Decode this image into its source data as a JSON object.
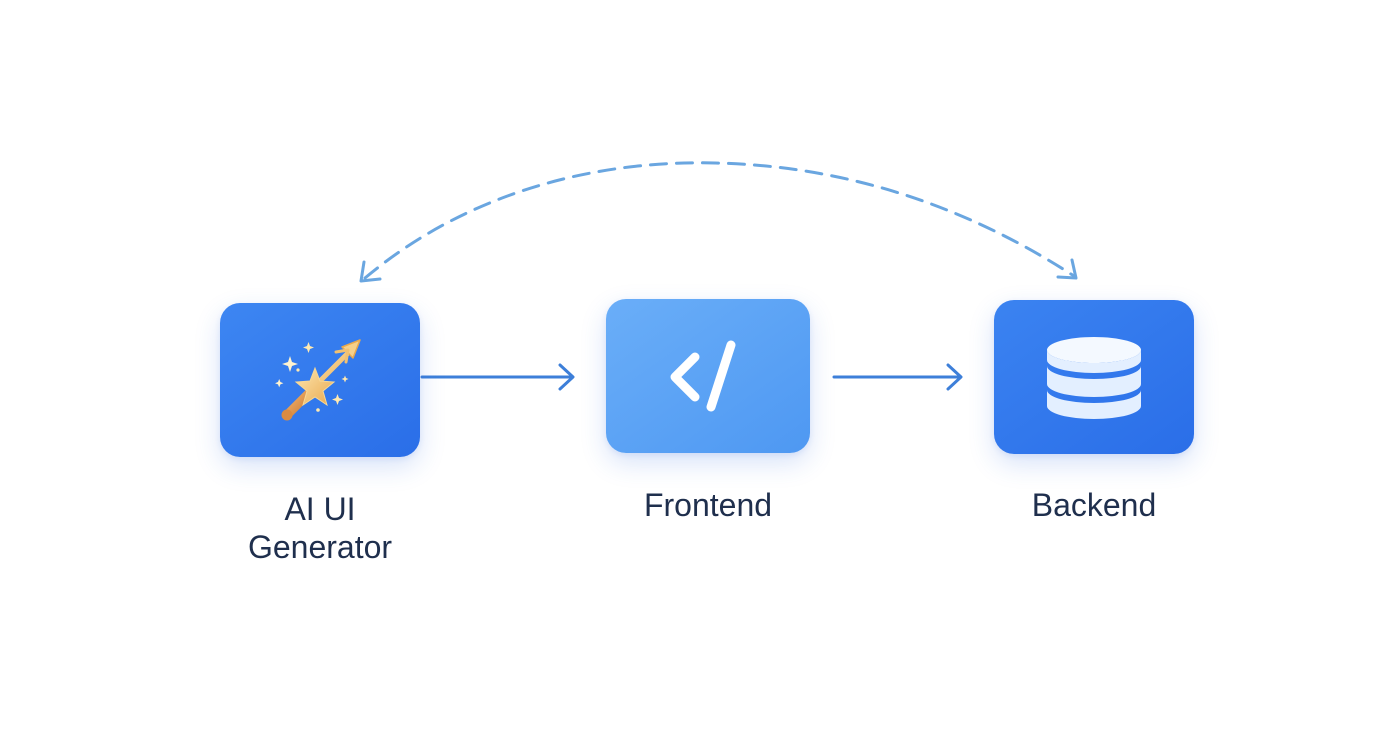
{
  "nodes": {
    "ai_generator": {
      "label_line1": "AI UI",
      "label_line2": "Generator",
      "icon": "magic-wand-icon"
    },
    "frontend": {
      "label": "Frontend",
      "icon": "code-icon"
    },
    "backend": {
      "label": "Backend",
      "icon": "database-icon"
    }
  },
  "connections": [
    {
      "from": "ai_generator",
      "to": "frontend",
      "style": "solid"
    },
    {
      "from": "frontend",
      "to": "backend",
      "style": "solid"
    },
    {
      "from": "backend",
      "to": "ai_generator",
      "style": "dashed",
      "bidirectional": true
    }
  ],
  "colors": {
    "node_primary": "#2f74ea",
    "node_frontend": "#5aa2f5",
    "arrow": "#3d7fd9",
    "dashed_arrow": "#6aa6e0",
    "label_text": "#1f2f4d",
    "background": "#ffffff"
  }
}
